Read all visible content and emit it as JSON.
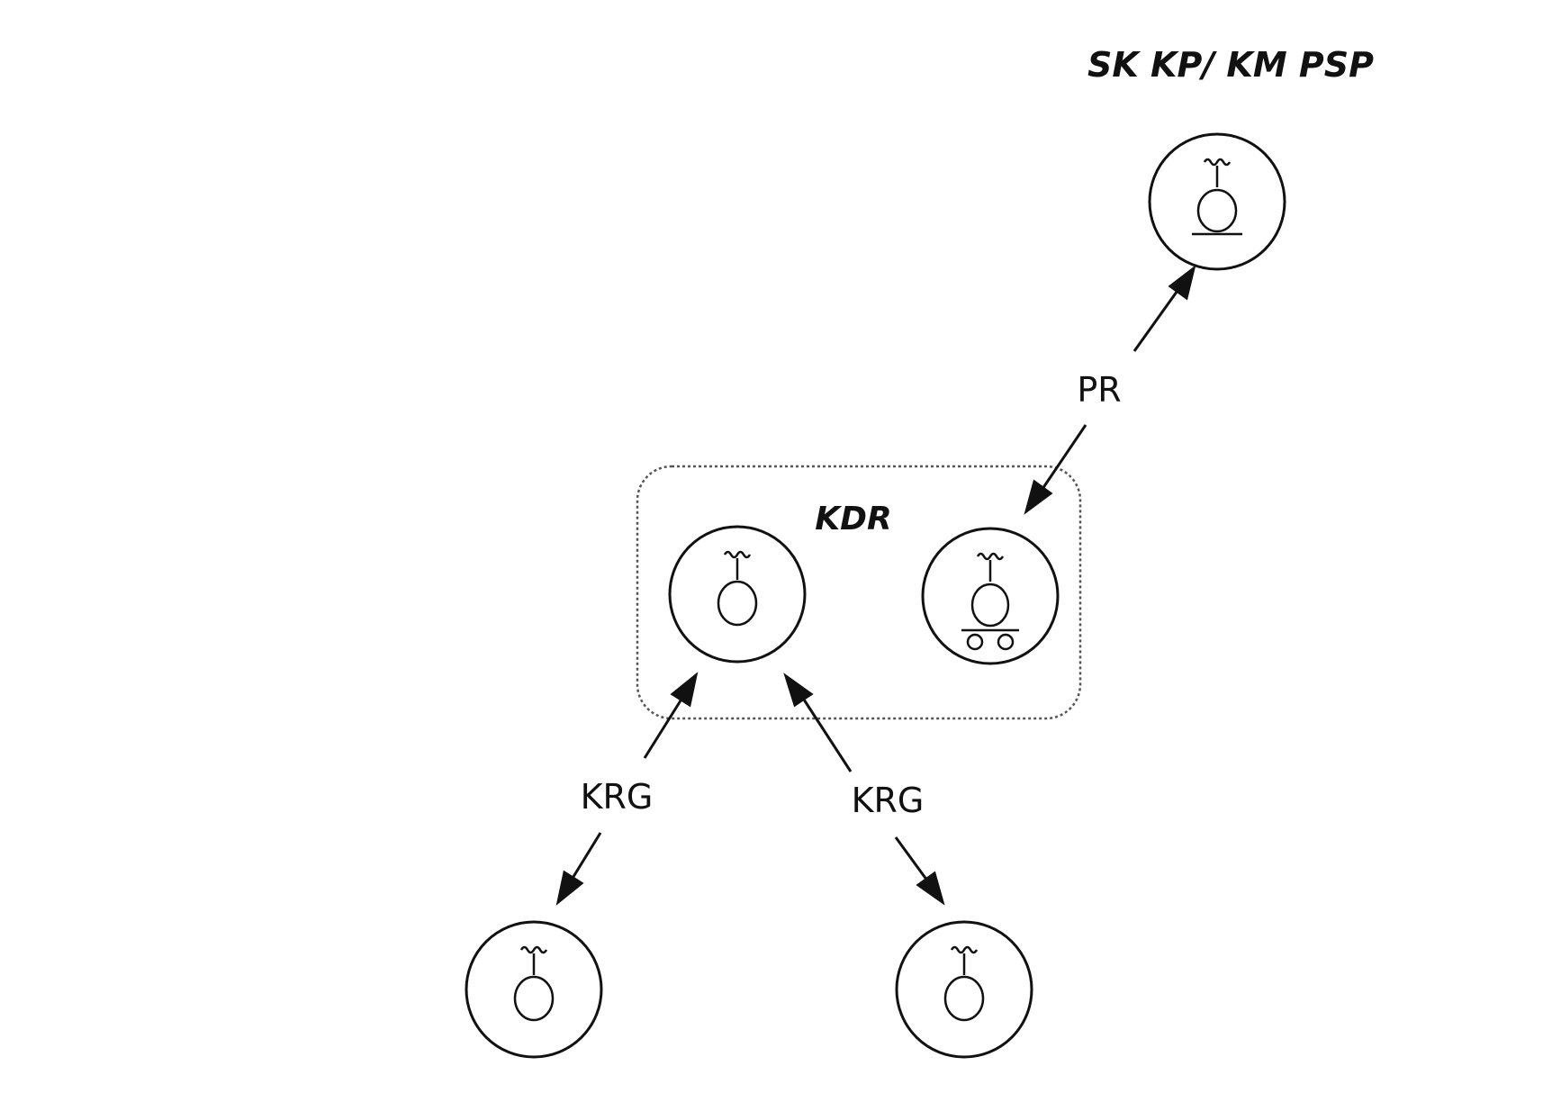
{
  "diagram": {
    "title": "SK KP/ KM PSP",
    "group_label": "KDR",
    "edge_labels": {
      "pr": "PR",
      "krg_left": "KRG",
      "krg_right": "KRG"
    },
    "colors": {
      "stroke": "#111111",
      "group_border": "#555555"
    },
    "icons": {
      "top": "ice-cream-on-base-icon",
      "kdr_left": "ice-cream-icon",
      "kdr_right": "ice-cream-on-cart-icon",
      "bottom_left": "ice-cream-icon",
      "bottom_right": "ice-cream-icon"
    }
  }
}
